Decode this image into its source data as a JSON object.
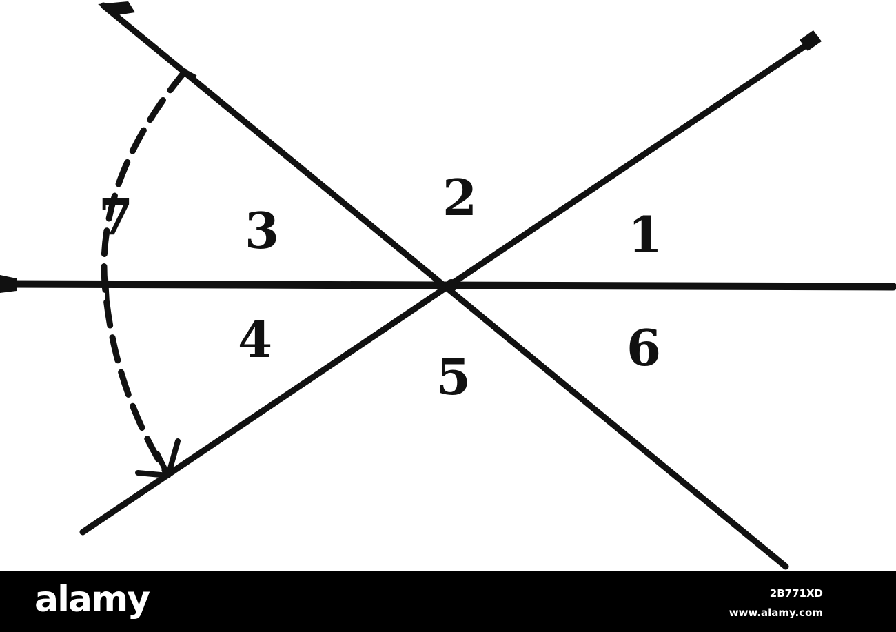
{
  "diagram": {
    "angle_labels": [
      "1",
      "2",
      "3",
      "4",
      "5",
      "6",
      "7"
    ]
  },
  "footer": {
    "brand": "alamy",
    "image_id": "2B771XD",
    "site": "www.alamy.com"
  },
  "colors": {
    "ink": "#111111",
    "background": "#ffffff",
    "footer_bg": "#000000",
    "footer_text": "#ffffff"
  }
}
